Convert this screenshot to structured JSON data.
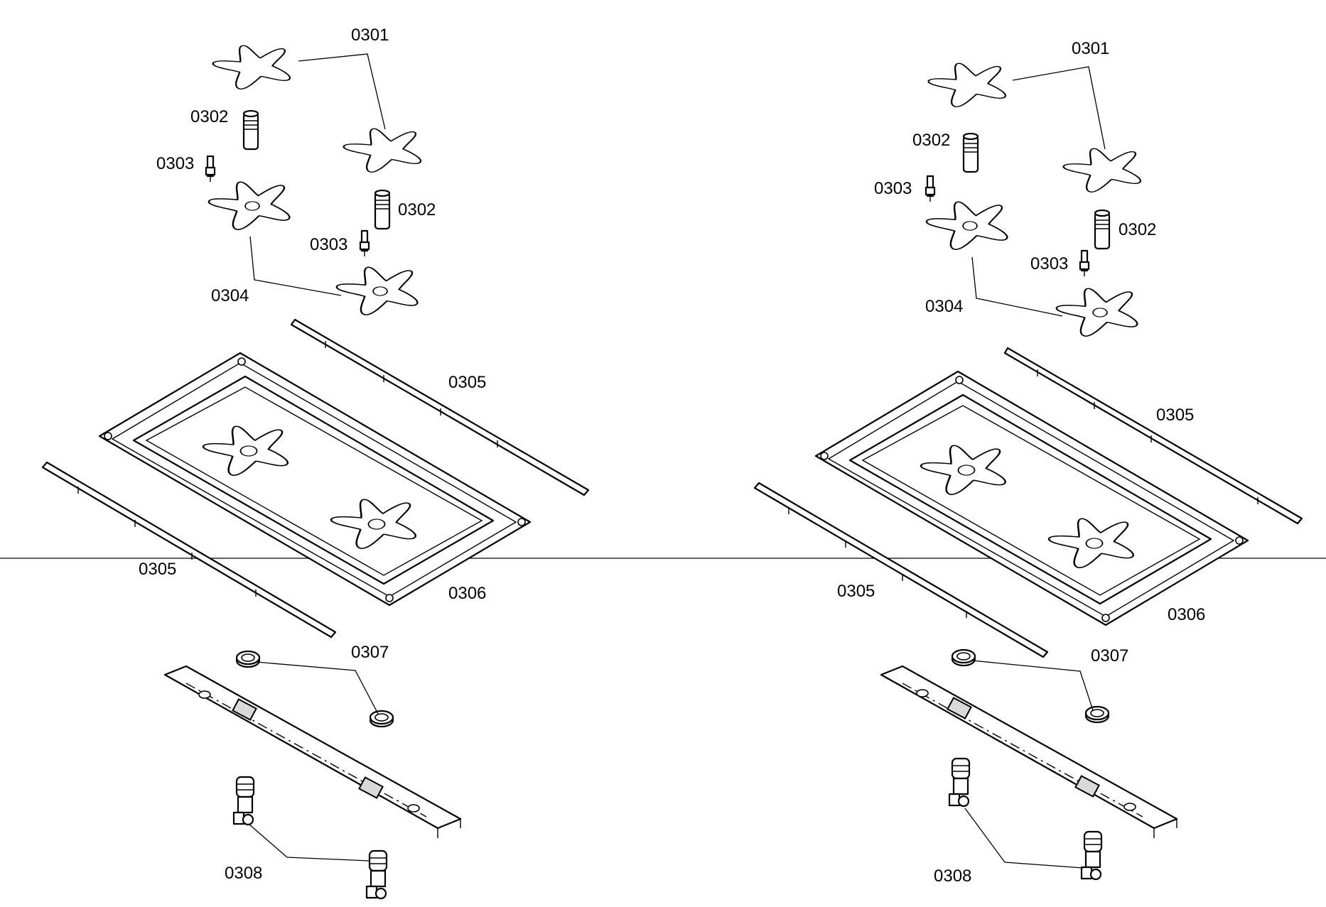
{
  "diagram": {
    "assemblies": [
      {
        "name": "left-assembly",
        "callouts": {
          "burner_cap": "0301",
          "nozzle_holder_1": "0302",
          "nozzle_holder_2": "0302",
          "thermocouple_1": "0303",
          "thermocouple_2": "0303",
          "burner_head": "0304",
          "side_strip_back": "0305",
          "side_strip_front": "0305",
          "burner_tray": "0306",
          "clip": "0307",
          "gas_valve": "0308"
        }
      },
      {
        "name": "right-assembly",
        "callouts": {
          "burner_cap": "0301",
          "nozzle_holder_1": "0302",
          "nozzle_holder_2": "0302",
          "thermocouple_1": "0303",
          "thermocouple_2": "0303",
          "burner_head": "0304",
          "side_strip_back": "0305",
          "side_strip_front": "0305",
          "burner_tray": "0306",
          "clip": "0307",
          "gas_valve": "0308"
        }
      }
    ],
    "colors": {
      "line": "#000000",
      "background": "#ffffff",
      "shade": "#d9d9d9"
    }
  }
}
